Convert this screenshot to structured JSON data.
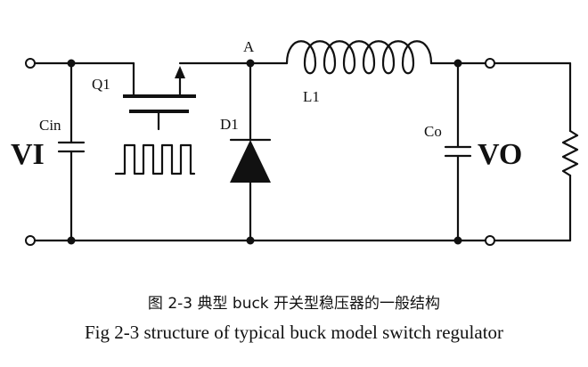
{
  "diagram": {
    "labels": {
      "node_a": "A",
      "q1": "Q1",
      "l1": "L1",
      "cin": "Cin",
      "d1": "D1",
      "co": "Co",
      "vi": "VI",
      "vo": "VO"
    },
    "caption_cn": "图 2-3  典型 buck 开关型稳压器的一般结构",
    "caption_en": "Fig 2-3 structure of typical buck model switch regulator"
  }
}
